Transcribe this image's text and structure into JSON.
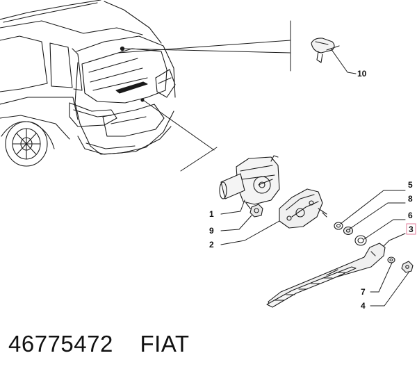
{
  "caption": {
    "part_number": "46775472",
    "brand": "FIAT"
  },
  "callouts": [
    {
      "id": "c10",
      "label": "10",
      "part": "washer-nozzle"
    },
    {
      "id": "c5",
      "label": "5",
      "part": "washer-ring"
    },
    {
      "id": "c8",
      "label": "8",
      "part": "seal-ring"
    },
    {
      "id": "c6",
      "label": "6",
      "part": "spindle-cap"
    },
    {
      "id": "c3",
      "label": "3",
      "part": "wiper-arm",
      "highlighted": true
    },
    {
      "id": "c1",
      "label": "1",
      "part": "wiper-motor"
    },
    {
      "id": "c9",
      "label": "9",
      "part": "motor-nut"
    },
    {
      "id": "c2",
      "label": "2",
      "part": "motor-cover"
    },
    {
      "id": "c7",
      "label": "7",
      "part": "arm-washer"
    },
    {
      "id": "c4",
      "label": "4",
      "part": "arm-nut"
    }
  ],
  "colors": {
    "line": "#1a1a1a",
    "highlight": "#e07a9a",
    "background": "#ffffff"
  }
}
